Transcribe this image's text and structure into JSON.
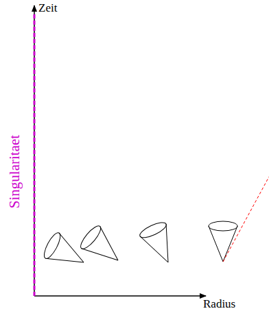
{
  "diagram": {
    "labels": [
      "Zeit",
      "Radius",
      "Singularitaet"
    ]
  }
}
